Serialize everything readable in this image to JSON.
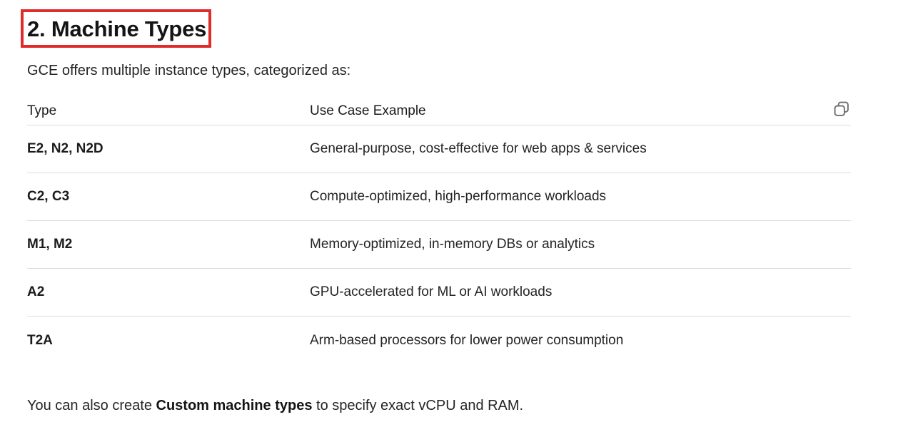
{
  "colors": {
    "annotation_red": "#e02b2b",
    "text": "#1b1b1b",
    "body_text": "#242424",
    "border": "#dcdcdc",
    "icon": "#6e6e6e",
    "background": "#ffffff"
  },
  "heading": {
    "text": "2. Machine Types",
    "annotated": true
  },
  "intro": {
    "text": "GCE offers multiple instance types, categorized as:"
  },
  "table": {
    "columns": [
      "Type",
      "Use Case Example"
    ],
    "rows": [
      {
        "type": "E2, N2, N2D",
        "use_case": "General-purpose, cost-effective for web apps & services"
      },
      {
        "type": "C2, C3",
        "use_case": "Compute-optimized, high-performance workloads"
      },
      {
        "type": "M1, M2",
        "use_case": "Memory-optimized, in-memory DBs or analytics"
      },
      {
        "type": "A2",
        "use_case": "GPU-accelerated for ML or AI workloads"
      },
      {
        "type": "T2A",
        "use_case": "Arm-based processors for lower power consumption"
      }
    ],
    "copy_icon": "copy-icon"
  },
  "footer": {
    "prefix": "You can also create ",
    "emphasis": "Custom machine types",
    "suffix": " to specify exact vCPU and RAM."
  }
}
